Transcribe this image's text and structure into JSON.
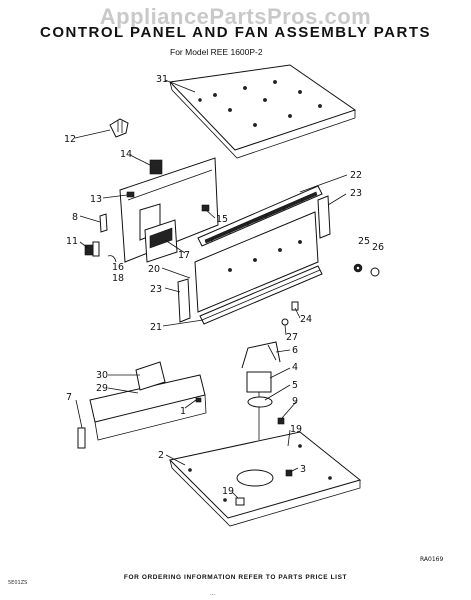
{
  "watermark": "AppliancePartsPros.com",
  "title": "CONTROL PANEL AND FAN ASSEMBLY PARTS",
  "subtitle": "For Model REE 1600P-2",
  "footer": "FOR ORDERING INFORMATION REFER TO PARTS PRICE LIST",
  "diagram_code": "RA0169",
  "sheet_ref": "5E01ZS",
  "page_mark": "...",
  "callouts": {
    "c31": "31",
    "c12": "12",
    "c14": "14",
    "c13": "13",
    "c8": "8",
    "c11": "11",
    "c16": "16",
    "c18": "18",
    "c15": "15",
    "c17": "17",
    "c20": "20",
    "c22": "22",
    "c23a": "23",
    "c23b": "23",
    "c25": "25",
    "c26": "26",
    "c24": "24",
    "c21": "21",
    "c27": "27",
    "c6": "6",
    "c4": "4",
    "c5": "5",
    "c9": "9",
    "c19a": "19",
    "c30": "30",
    "c29": "29",
    "c7": "7",
    "c1": "1",
    "c2": "2",
    "c3": "3",
    "c19b": "19"
  }
}
